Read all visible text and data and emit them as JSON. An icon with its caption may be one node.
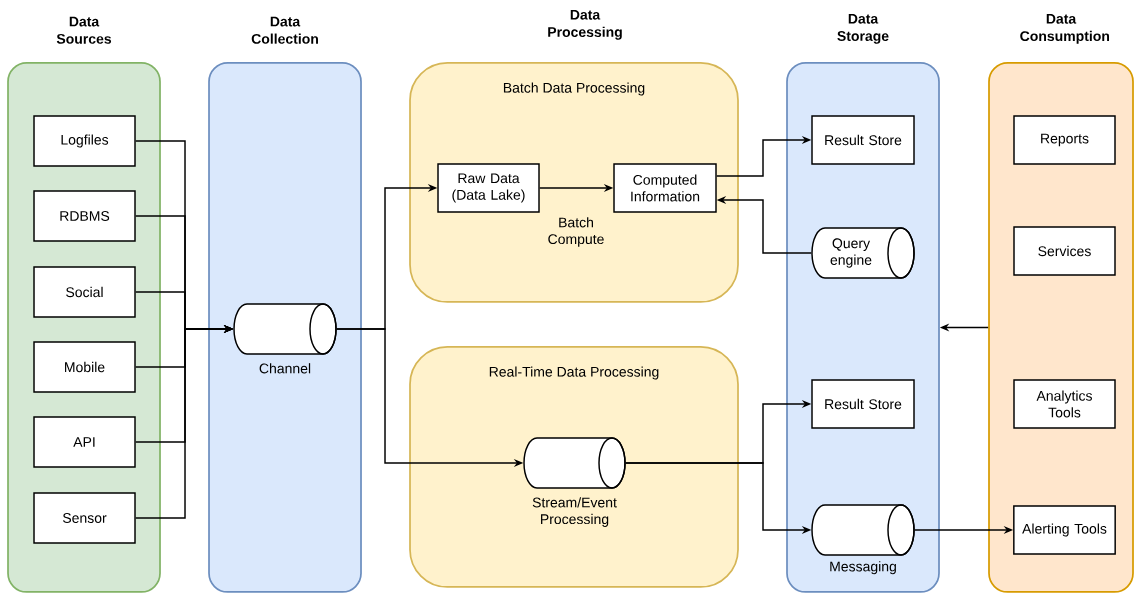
{
  "diagram": {
    "nodes": [
      {
        "text": [
          "Data Sources"
        ]
      },
      {
        "text": [
          "Logfiles"
        ],
        "in": 0
      },
      {
        "text": [
          "RDBMS"
        ],
        "in": 0
      },
      {
        "text": [
          "Social"
        ],
        "in": 0
      },
      {
        "text": [
          "Mobile"
        ],
        "in": 0
      },
      {
        "text": [
          "API"
        ],
        "in": 0
      },
      {
        "text": [
          "Sensor"
        ],
        "in": 0
      },
      {
        "text": [
          "Data Collection"
        ]
      },
      {
        "text": [
          "Channel"
        ],
        "in": 7
      },
      {
        "text": [
          "Batch Data Processing"
        ]
      },
      {
        "text": [
          "Raw Data (Data Lake)"
        ],
        "in": 9
      },
      {
        "text": [
          "Computed Information"
        ],
        "in": 9
      },
      {
        "text": [
          "Real-Time Data Processing"
        ]
      },
      {
        "text": [
          "Stream/Event Processing"
        ],
        "in": 12
      },
      {
        "text": [
          "Data Storage"
        ]
      },
      {
        "text": [
          "Result Store"
        ],
        "in": 14
      },
      {
        "text": [
          "Query engine"
        ],
        "in": 14
      },
      {
        "text": [
          "Result Store"
        ],
        "in": 14
      },
      {
        "text": [
          "Messaging"
        ],
        "in": 14
      },
      {
        "text": [
          "Data Consumption"
        ]
      },
      {
        "text": [
          "Reports"
        ],
        "in": 19
      },
      {
        "text": [
          "Services"
        ],
        "in": 19
      },
      {
        "text": [
          "Analytics Tools"
        ],
        "in": 19
      },
      {
        "text": [
          "Alerting Tools"
        ],
        "in": 19
      }
    ],
    "edges": [
      {
        "from": 1,
        "to": 8,
        "arrow": "to"
      },
      {
        "from": 2,
        "to": 8,
        "arrow": "to"
      },
      {
        "from": 3,
        "to": 8,
        "arrow": "to"
      },
      {
        "from": 4,
        "to": 8,
        "arrow": "to"
      },
      {
        "from": 5,
        "to": 8,
        "arrow": "to"
      },
      {
        "from": 6,
        "to": 8,
        "arrow": "to"
      },
      {
        "from": 8,
        "to": 10,
        "arrow": "to"
      },
      {
        "from": 8,
        "to": 13,
        "arrow": "to"
      },
      {
        "from": 10,
        "to": 11,
        "arrow": "to",
        "label": "Batch Compute"
      },
      {
        "from": 11,
        "to": 15,
        "arrow": "to"
      },
      {
        "from": 16,
        "to": 11,
        "arrow": "to"
      },
      {
        "from": 13,
        "to": 17,
        "arrow": "to"
      },
      {
        "from": 13,
        "to": 18,
        "arrow": "to"
      },
      {
        "from": 18,
        "to": 23,
        "arrow": "to"
      },
      {
        "from": 19,
        "to": 14,
        "arrow": "to"
      }
    ],
    "labels": [
      "Data Processing"
    ]
  }
}
